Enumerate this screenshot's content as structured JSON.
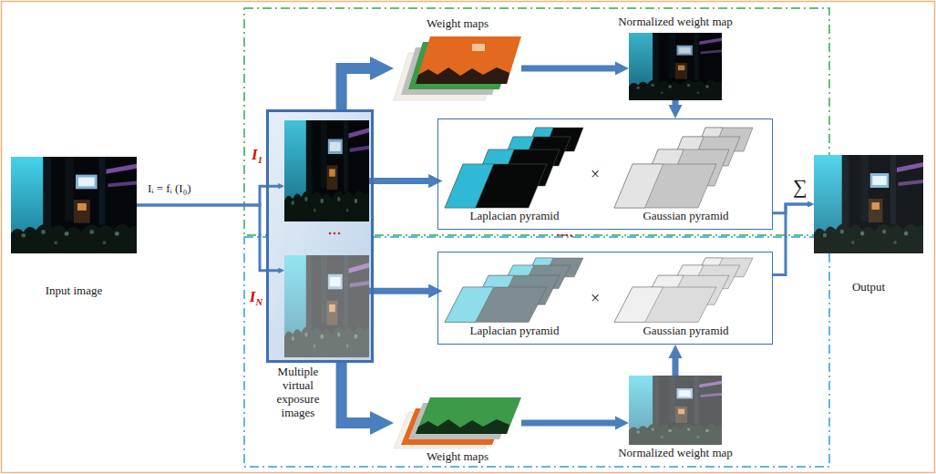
{
  "diagram": {
    "nodes": [
      {
        "text": [
          "Input image"
        ]
      },
      {
        "text": [
          "Multiple virtual exposure images"
        ]
      },
      {
        "text": [
          "I1"
        ],
        "in": 1
      },
      {
        "text": [
          "IN"
        ],
        "in": 1
      },
      {
        "text": [
          "Weight maps"
        ]
      },
      {
        "text": [
          "Normalized weight map"
        ]
      },
      {
        "text": [
          "×"
        ]
      },
      {
        "text": [
          "Laplacian pyramid"
        ],
        "in": 6
      },
      {
        "text": [
          "Gaussian pyramid"
        ],
        "in": 6
      },
      {
        "text": [
          "×"
        ]
      },
      {
        "text": [
          "Laplacian pyramid"
        ],
        "in": 9
      },
      {
        "text": [
          "Gaussian pyramid"
        ],
        "in": 9
      },
      {
        "text": [
          "Weight maps"
        ]
      },
      {
        "text": [
          "Normalized weight map"
        ]
      },
      {
        "text": [
          "Output"
        ]
      }
    ],
    "edges": [
      {
        "from": 0,
        "to": 2,
        "arrow": "to",
        "label": "Iᵢ = fᵢ (I₀)"
      },
      {
        "from": 0,
        "to": 3,
        "arrow": "to"
      },
      {
        "from": 1,
        "to": 4,
        "arrow": "to"
      },
      {
        "from": 4,
        "to": 5,
        "arrow": "to"
      },
      {
        "from": 5,
        "to": 6,
        "arrow": "to"
      },
      {
        "from": 2,
        "to": 7,
        "arrow": "to"
      },
      {
        "from": 1,
        "to": 12,
        "arrow": "to"
      },
      {
        "from": 12,
        "to": 13,
        "arrow": "to"
      },
      {
        "from": 13,
        "to": 9,
        "arrow": "to"
      },
      {
        "from": 3,
        "to": 10,
        "arrow": "to"
      },
      {
        "from": 6,
        "to": 14,
        "arrow": "to"
      },
      {
        "from": 9,
        "to": 14,
        "arrow": "to"
      }
    ],
    "labels": [
      "∑"
    ]
  }
}
